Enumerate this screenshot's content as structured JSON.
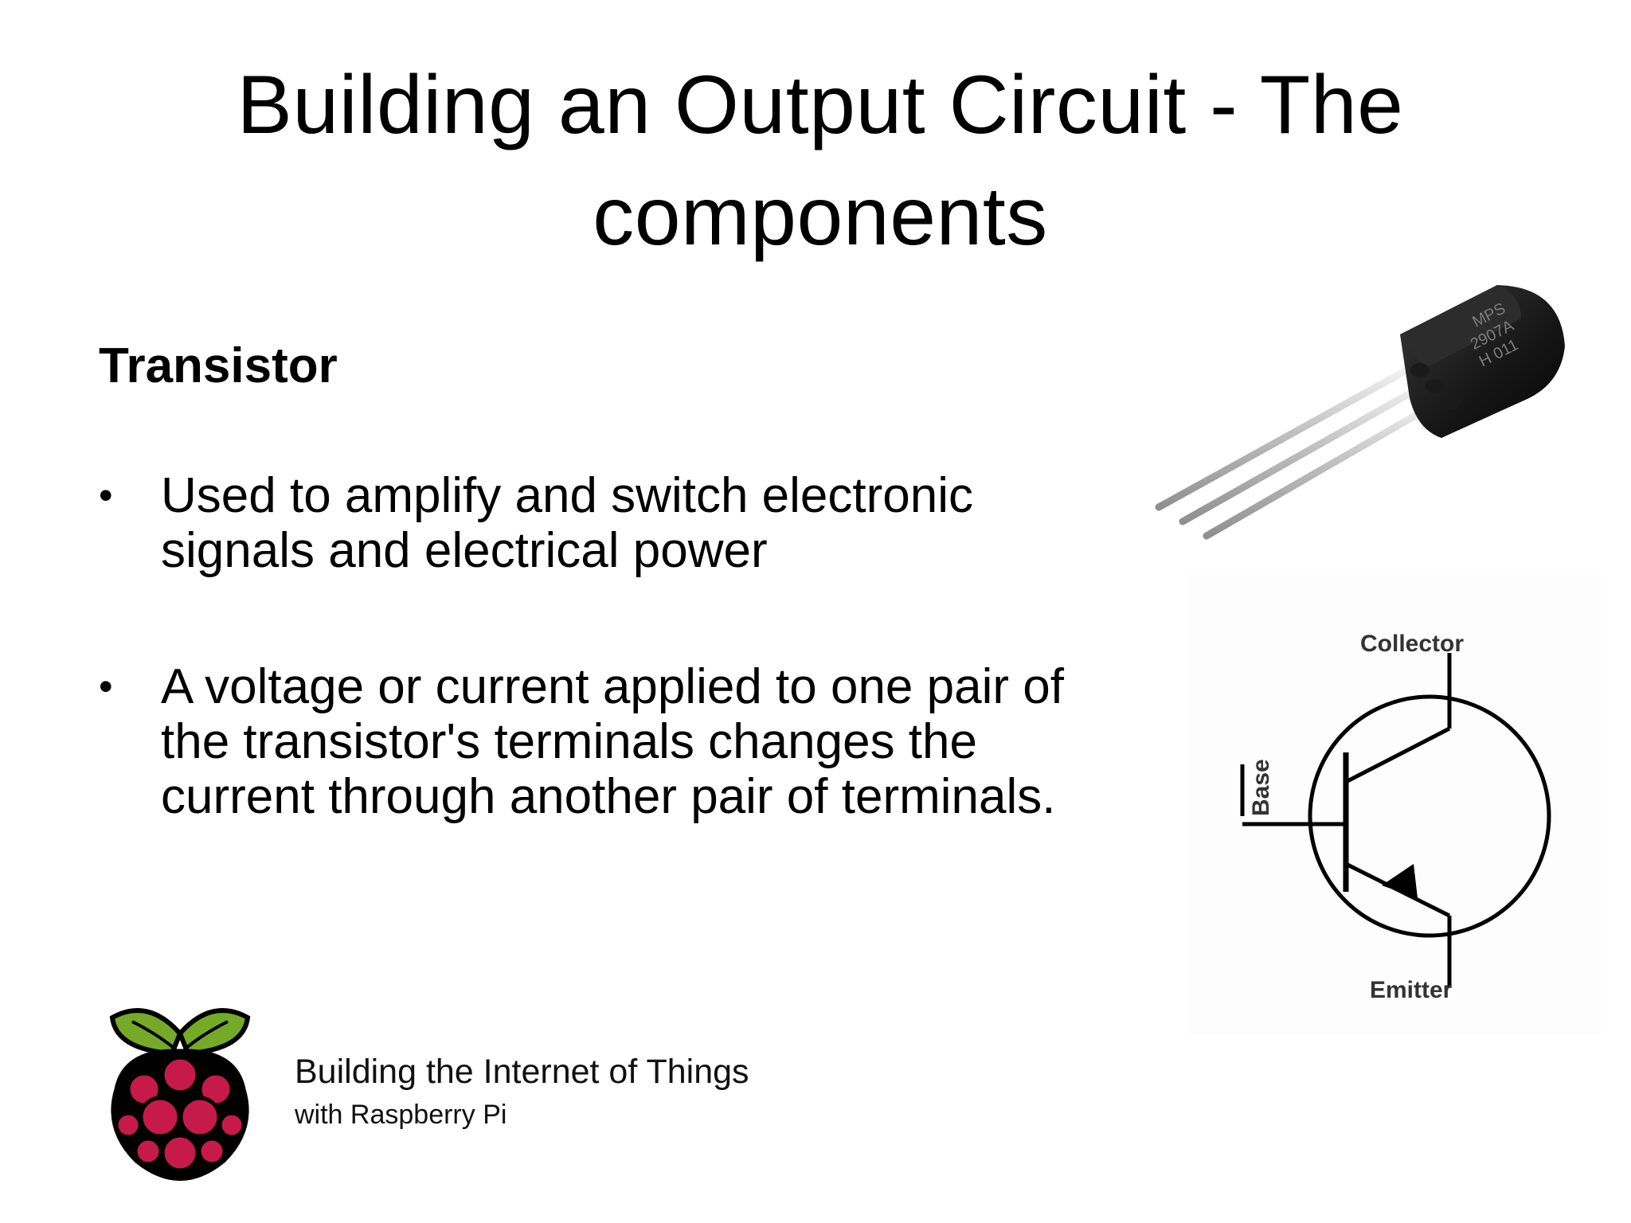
{
  "slide": {
    "title_line1": "Building an Output Circuit - The",
    "title_line2": "components",
    "subheading": "Transistor",
    "bullets": [
      {
        "line1": "Used to amplify and switch electronic",
        "line2": "signals and electrical power"
      },
      {
        "line1": "A voltage or current applied to one pair of",
        "line2": "the transistor's terminals changes the",
        "line3": "current through another pair of terminals."
      }
    ],
    "bullet_marker": "•"
  },
  "transistor_photo": {
    "marking_line1": "MPS",
    "marking_line2": "2907A",
    "marking_line3": "H 011"
  },
  "schematic": {
    "collector_label": "Collector",
    "base_label": "Base",
    "emitter_label": "Emitter"
  },
  "footer": {
    "title": "Building the Internet of Things",
    "subtitle": "with Raspberry Pi"
  },
  "colors": {
    "raspberry_red": "#c51a4a",
    "leaf_green": "#75a928",
    "outline": "#000000"
  }
}
